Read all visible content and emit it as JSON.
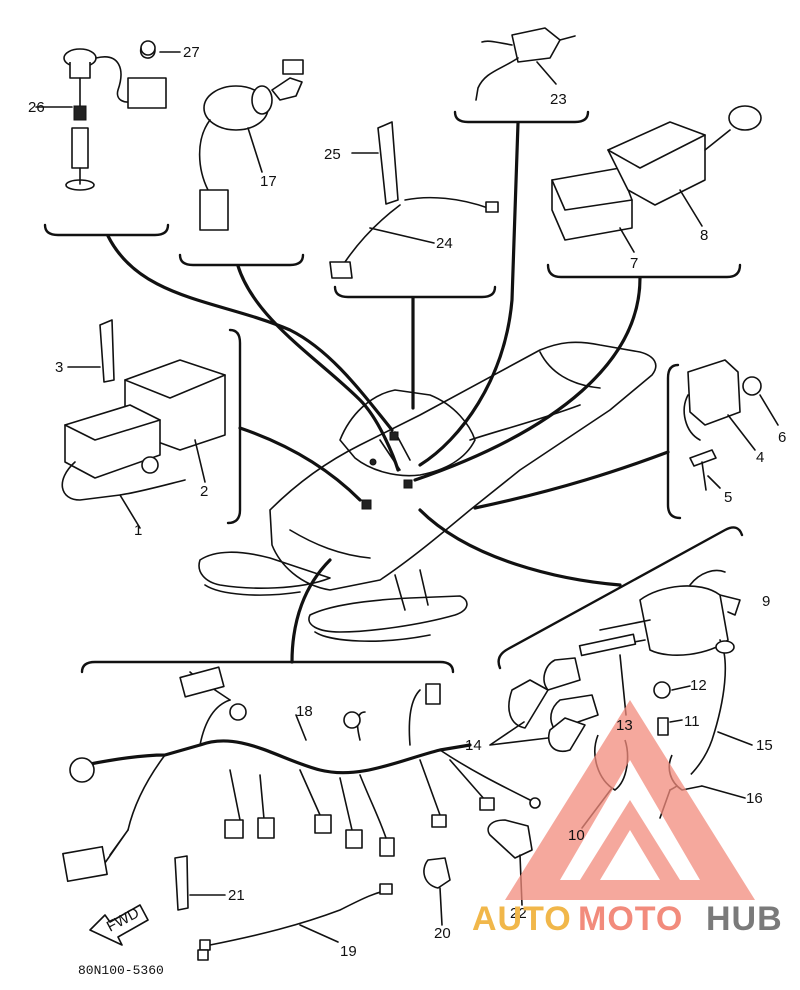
{
  "diagram": {
    "part_numbers": [
      "1",
      "2",
      "3",
      "4",
      "5",
      "6",
      "7",
      "8",
      "9",
      "10",
      "11",
      "12",
      "13",
      "14",
      "15",
      "16",
      "17",
      "18",
      "19",
      "20",
      "21",
      "22",
      "23",
      "24",
      "25",
      "26",
      "27"
    ],
    "front_arrow_label": "FWD",
    "drawing_code": "80N100-5360"
  },
  "watermark": {
    "part1": "AUTO",
    "part2": "MOTO",
    "part3": "HUB",
    "colors": {
      "auto": "#f1b74a",
      "moto": "#f28b7c",
      "hub": "#7a7a7a"
    }
  }
}
